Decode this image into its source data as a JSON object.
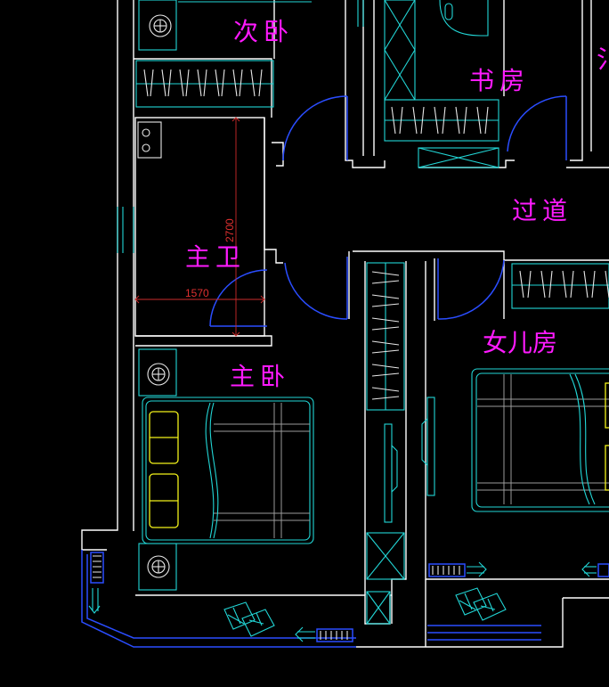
{
  "rooms": {
    "second_bedroom": "次卧",
    "study": "书房",
    "corridor": "过道",
    "master_bath": "主卫",
    "master_bedroom": "主卧",
    "daughter_room": "女儿房"
  },
  "dimensions": {
    "bath_height": "2700",
    "bath_width": "1570"
  }
}
